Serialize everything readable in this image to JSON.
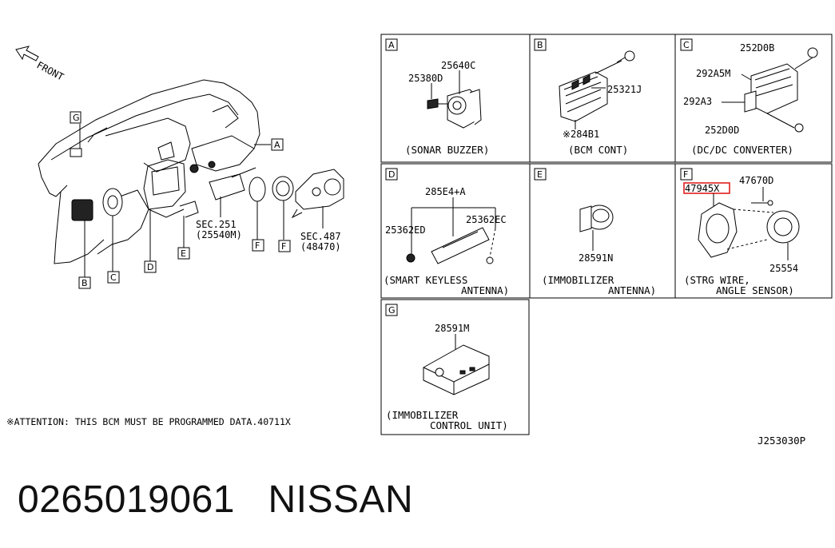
{
  "overview": {
    "front_label": "FRONT",
    "callouts": [
      "G",
      "A",
      "B",
      "C",
      "D",
      "E",
      "F",
      "F"
    ],
    "sec251_a": "SEC.251",
    "sec251_b": "(25540M)",
    "sec487_a": "SEC.487",
    "sec487_b": "(48470)",
    "attention": "※ATTENTION: THIS BCM MUST BE PROGRAMMED DATA.40711X"
  },
  "panels": {
    "A": {
      "letter": "A",
      "parts": [
        "25640C",
        "25380D"
      ],
      "caption": "(SONAR BUZZER)"
    },
    "B": {
      "letter": "B",
      "parts": [
        "25321J",
        "※284B1"
      ],
      "caption": "(BCM CONT)"
    },
    "C": {
      "letter": "C",
      "parts": [
        "252D0B",
        "292A5M",
        "292A3",
        "252D0D"
      ],
      "caption": "(DC/DC CONVERTER)"
    },
    "D": {
      "letter": "D",
      "parts": [
        "285E4+A",
        "25362ED",
        "25362EC"
      ],
      "caption_1": "(SMART KEYLESS",
      "caption_2": "ANTENNA)"
    },
    "E": {
      "letter": "E",
      "parts": [
        "28591N"
      ],
      "caption_1": "(IMMOBILIZER",
      "caption_2": "ANTENNA)"
    },
    "F": {
      "letter": "F",
      "parts": [
        "47945X",
        "47670D",
        "25554"
      ],
      "caption_1": "(STRG WIRE,",
      "caption_2": "ANGLE SENSOR)",
      "highlight_color": "#e02020"
    },
    "G": {
      "letter": "G",
      "parts": [
        "28591M"
      ],
      "caption_1": "(IMMOBILIZER",
      "caption_2": "CONTROL UNIT)"
    }
  },
  "diagram_code": "J253030P",
  "footer": {
    "part_number": "0265019061",
    "brand": "NISSAN"
  }
}
